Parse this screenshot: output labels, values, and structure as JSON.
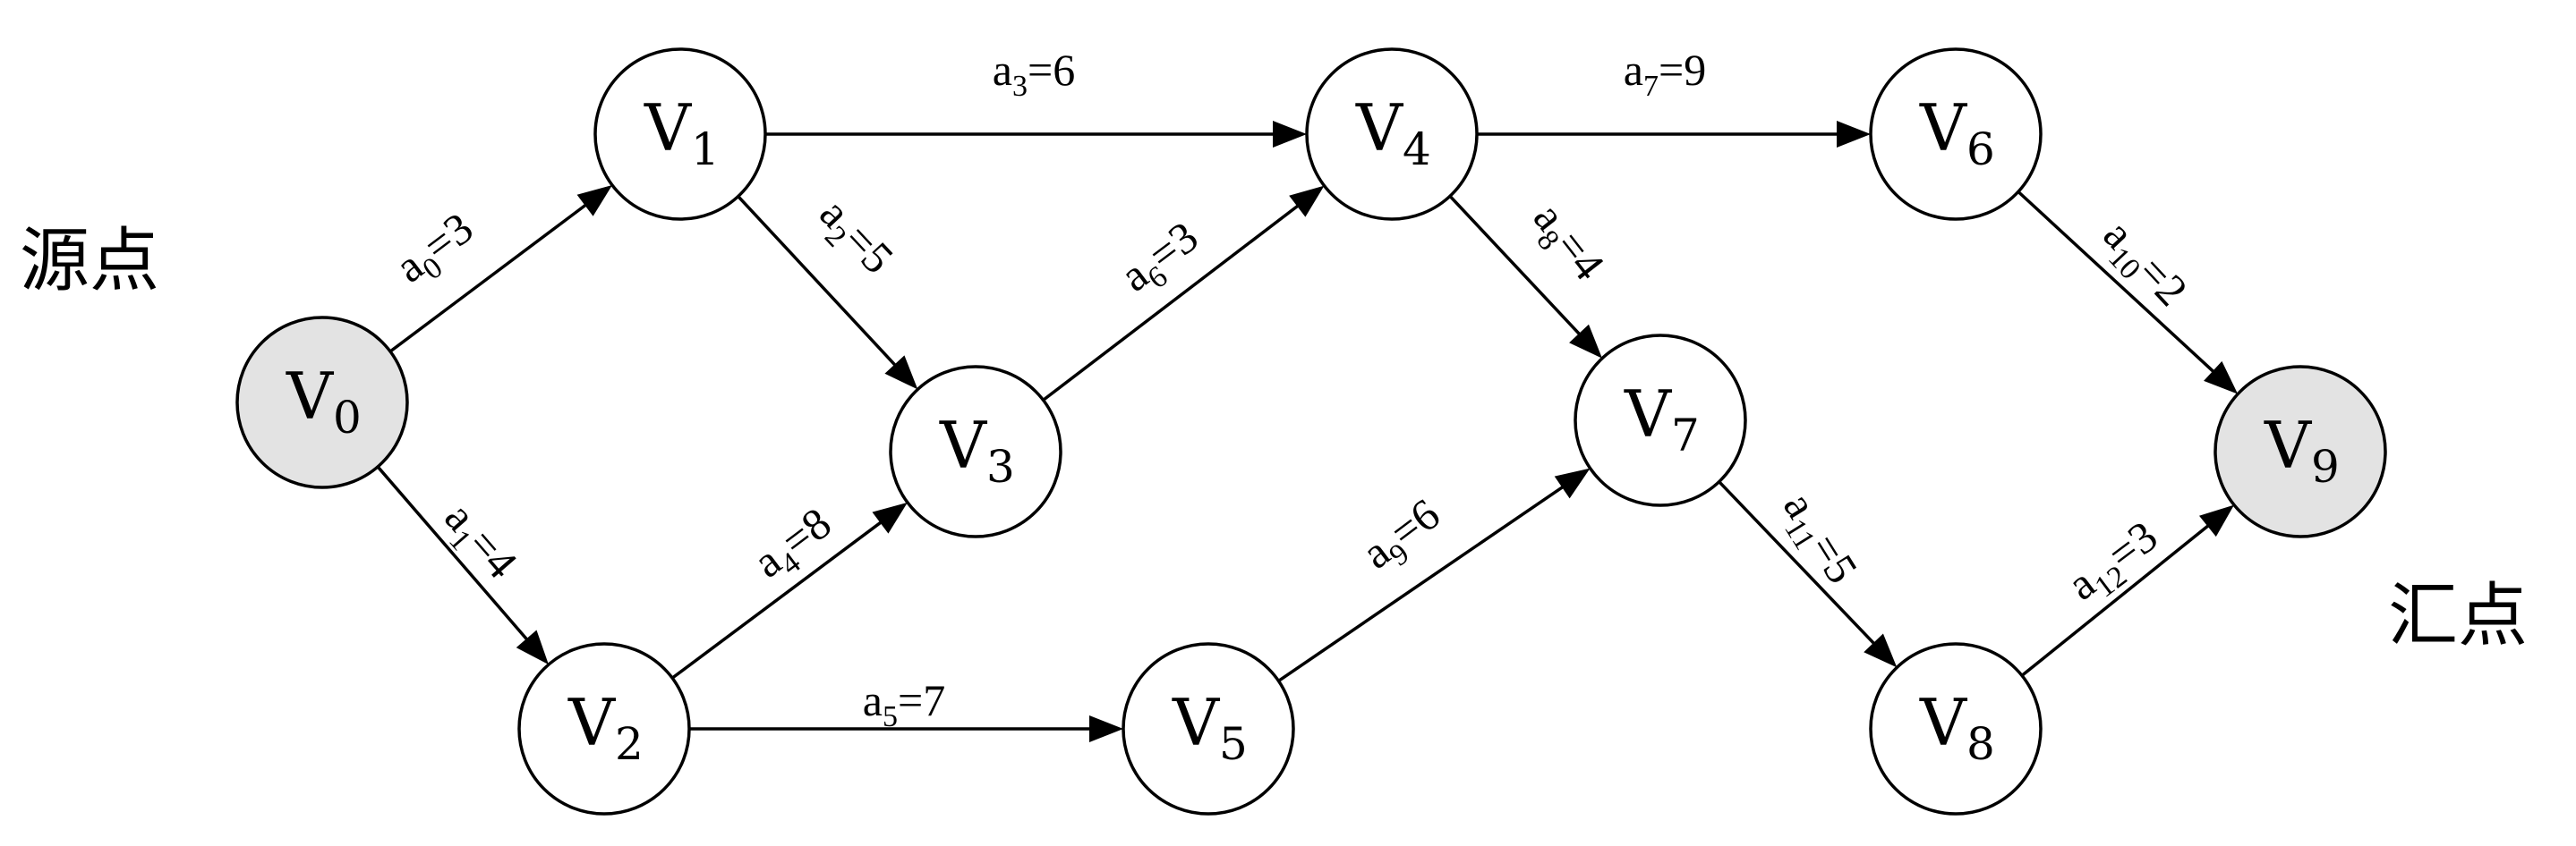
{
  "colors": {
    "node_fill": "#ffffff",
    "terminal_fill": "#e3e3e3",
    "stroke": "#000000"
  },
  "labels": {
    "source": "源点",
    "sink": "汇点"
  },
  "nodes": [
    {
      "id": "v0",
      "letter": "V",
      "sub": "0",
      "terminal": true
    },
    {
      "id": "v1",
      "letter": "V",
      "sub": "1",
      "terminal": false
    },
    {
      "id": "v2",
      "letter": "V",
      "sub": "2",
      "terminal": false
    },
    {
      "id": "v3",
      "letter": "V",
      "sub": "3",
      "terminal": false
    },
    {
      "id": "v4",
      "letter": "V",
      "sub": "4",
      "terminal": false
    },
    {
      "id": "v5",
      "letter": "V",
      "sub": "5",
      "terminal": false
    },
    {
      "id": "v6",
      "letter": "V",
      "sub": "6",
      "terminal": false
    },
    {
      "id": "v7",
      "letter": "V",
      "sub": "7",
      "terminal": false
    },
    {
      "id": "v8",
      "letter": "V",
      "sub": "8",
      "terminal": false
    },
    {
      "id": "v9",
      "letter": "V",
      "sub": "9",
      "terminal": true
    }
  ],
  "edges": [
    {
      "from": "v0",
      "to": "v1",
      "name": "a",
      "sub": "0",
      "weight": "=3"
    },
    {
      "from": "v0",
      "to": "v2",
      "name": "a",
      "sub": "1",
      "weight": "=4"
    },
    {
      "from": "v1",
      "to": "v3",
      "name": "a",
      "sub": "2",
      "weight": "=5"
    },
    {
      "from": "v1",
      "to": "v4",
      "name": "a",
      "sub": "3",
      "weight": "=6"
    },
    {
      "from": "v2",
      "to": "v3",
      "name": "a",
      "sub": "4",
      "weight": "=8"
    },
    {
      "from": "v2",
      "to": "v5",
      "name": "a",
      "sub": "5",
      "weight": "=7"
    },
    {
      "from": "v3",
      "to": "v4",
      "name": "a",
      "sub": "6",
      "weight": "=3"
    },
    {
      "from": "v4",
      "to": "v6",
      "name": "a",
      "sub": "7",
      "weight": "=9"
    },
    {
      "from": "v4",
      "to": "v7",
      "name": "a",
      "sub": "8",
      "weight": "=4"
    },
    {
      "from": "v5",
      "to": "v7",
      "name": "a",
      "sub": "9",
      "weight": "=6"
    },
    {
      "from": "v6",
      "to": "v9",
      "name": "a",
      "sub": "10",
      "weight": "=2"
    },
    {
      "from": "v7",
      "to": "v8",
      "name": "a",
      "sub": "11",
      "weight": "=5"
    },
    {
      "from": "v8",
      "to": "v9",
      "name": "a",
      "sub": "12",
      "weight": "=3"
    }
  ]
}
